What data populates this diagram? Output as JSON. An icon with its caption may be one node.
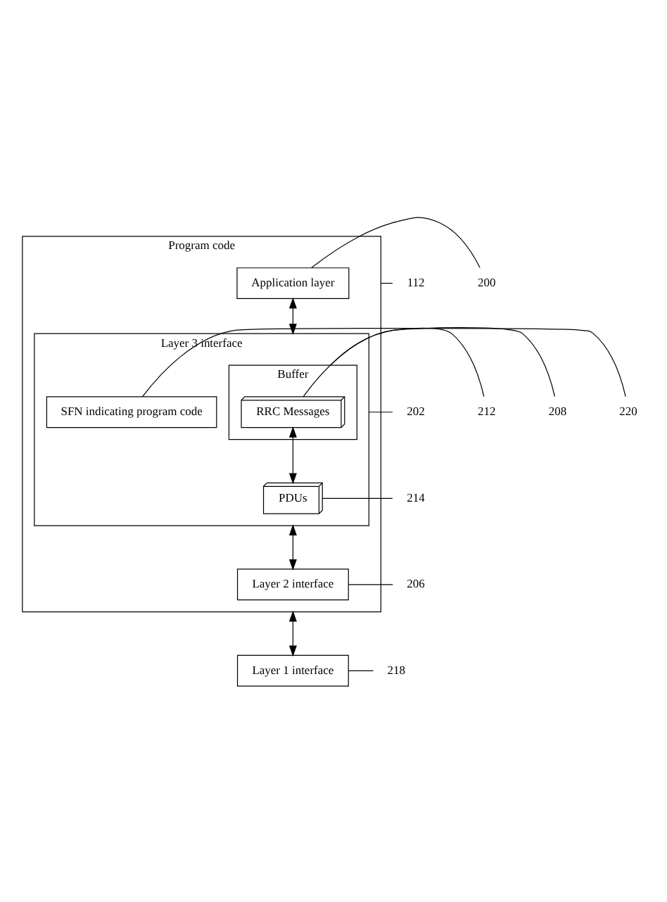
{
  "diagram": {
    "nodes": [
      {
        "text": [
          "Program code"
        ]
      },
      {
        "text": [
          "Application layer"
        ],
        "in": 0
      },
      {
        "text": [
          "Layer 3 interface"
        ],
        "in": 0
      },
      {
        "text": [
          "Buffer"
        ],
        "in": 2
      },
      {
        "text": [
          "RRC Messages"
        ],
        "in": 3
      },
      {
        "text": [
          "SFN indicating program code"
        ],
        "in": 2
      },
      {
        "text": [
          "PDUs"
        ],
        "in": 2
      },
      {
        "text": [
          "Layer 2 interface"
        ],
        "in": 0
      },
      {
        "text": [
          "Layer 1 interface"
        ]
      },
      {
        "text": [
          "112"
        ]
      },
      {
        "text": [
          "200"
        ]
      },
      {
        "text": [
          "202"
        ]
      },
      {
        "text": [
          "212"
        ]
      },
      {
        "text": [
          "208"
        ]
      },
      {
        "text": [
          "220"
        ]
      },
      {
        "text": [
          "214"
        ]
      },
      {
        "text": [
          "206"
        ]
      },
      {
        "text": [
          "218"
        ]
      }
    ],
    "edges": [
      {
        "from": 1,
        "to": 2,
        "arrow": "both"
      },
      {
        "from": 4,
        "to": 6,
        "arrow": "both"
      },
      {
        "from": 2,
        "to": 7,
        "arrow": "both"
      },
      {
        "from": 0,
        "to": 8,
        "arrow": "both"
      },
      {
        "from": 9,
        "to": 0,
        "arrow": "none"
      },
      {
        "from": 10,
        "to": 1,
        "arrow": "none"
      },
      {
        "from": 11,
        "to": 2,
        "arrow": "none"
      },
      {
        "from": 12,
        "to": 3,
        "arrow": "none"
      },
      {
        "from": 13,
        "to": 4,
        "arrow": "none"
      },
      {
        "from": 14,
        "to": 5,
        "arrow": "none"
      },
      {
        "from": 15,
        "to": 6,
        "arrow": "none"
      },
      {
        "from": 16,
        "to": 7,
        "arrow": "none"
      },
      {
        "from": 17,
        "to": 8,
        "arrow": "none"
      }
    ]
  }
}
